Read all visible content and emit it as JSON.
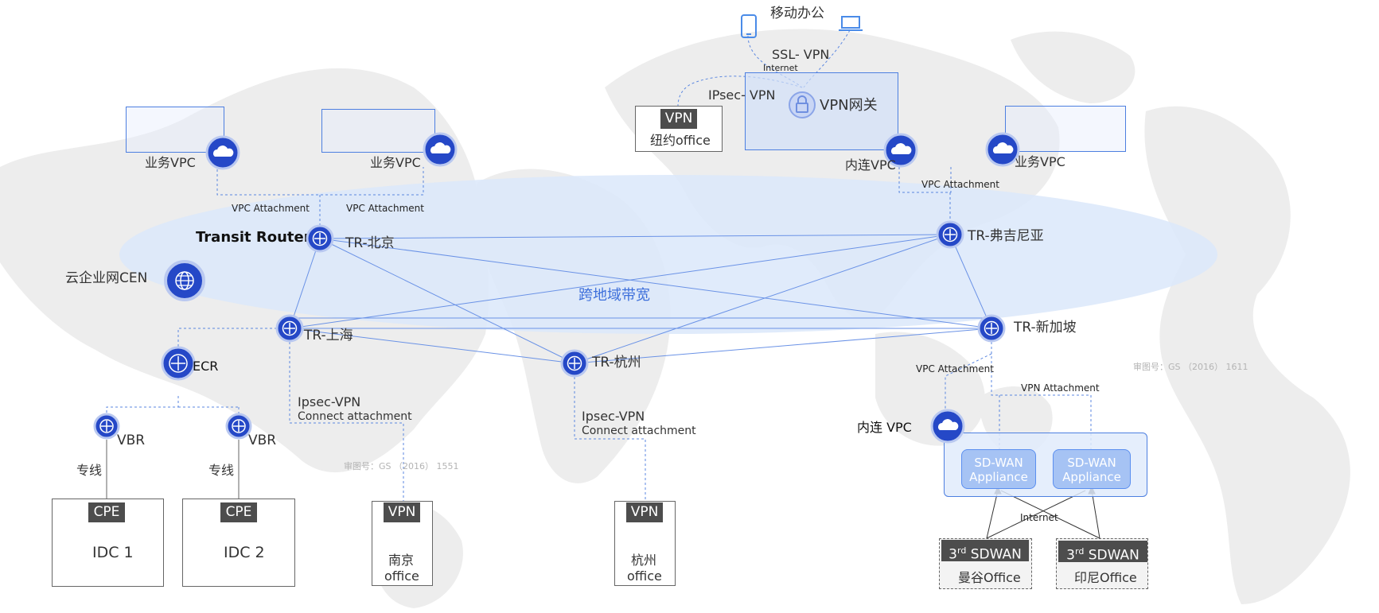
{
  "mobile": {
    "title": "移动办公",
    "ssl": "SSL- VPN",
    "internet": "Internet",
    "ipsec": "IPsec- VPN",
    "gateway": "VPN网关"
  },
  "ny": {
    "tag": "VPN",
    "name": "纽约office"
  },
  "vpcs": {
    "bj1": "业务VPC",
    "bj2": "业务VPC",
    "internal_top": "内连VPC",
    "va": "业务VPC",
    "internal_bottom": "内连 VPC"
  },
  "attachments": {
    "vpc1": "VPC Attachment",
    "vpc2": "VPC Attachment",
    "vpc_va": "VPC Attachment",
    "vpc_sg": "VPC Attachment",
    "vpn_sg": "VPN Attachment"
  },
  "cen": {
    "transit_router": "Transit Router",
    "name": "云企业网CEN",
    "bandwidth": "跨地域带宽"
  },
  "tr": {
    "beijing": "TR-北京",
    "virginia": "TR-弗吉尼亚",
    "shanghai": "TR-上海",
    "singapore": "TR-新加坡",
    "hangzhou": "TR-杭州"
  },
  "ecr": "ECR",
  "vbr": {
    "a": "VBR",
    "b": "VBR"
  },
  "line": {
    "a": "专线",
    "b": "专线"
  },
  "idc": {
    "cpe_a": "CPE",
    "cpe_b": "CPE",
    "idc1": "IDC 1",
    "idc2": "IDC 2"
  },
  "ipsec_sh": {
    "l1": "Ipsec-VPN",
    "l2": "Connect attachment"
  },
  "ipsec_hz": {
    "l1": "Ipsec-VPN",
    "l2": "Connect attachment"
  },
  "nanjing": {
    "tag": "VPN",
    "l1": "南京",
    "l2": "office"
  },
  "hangzhou": {
    "tag": "VPN",
    "l1": "杭州",
    "l2": "office"
  },
  "sdwan": {
    "a1": "SD-WAN",
    "a2": "Appliance",
    "b1": "SD-WAN",
    "b2": "Appliance",
    "internet": "Internet"
  },
  "third": {
    "bangkok_tag": "SDWAN",
    "bangkok_name": "曼谷Office",
    "indonesia_tag": "SDWAN",
    "indonesia_name": "印尼Office",
    "sup": "rd",
    "num": "3"
  },
  "approval": {
    "a": "审图号：GS （2016） 1611",
    "b": "审图号：GS （2016） 1551"
  },
  "colors": {
    "accent": "#2f55d4",
    "ellipse": "#dde8fa",
    "line": "#5b87e0",
    "map": "#ececec"
  },
  "icons": {
    "vpc": "cloud-icon",
    "tr": "router-icon",
    "cen": "globe-icon",
    "gateway": "lock-icon",
    "mobile": "phone-icon",
    "laptop": "laptop-icon"
  }
}
